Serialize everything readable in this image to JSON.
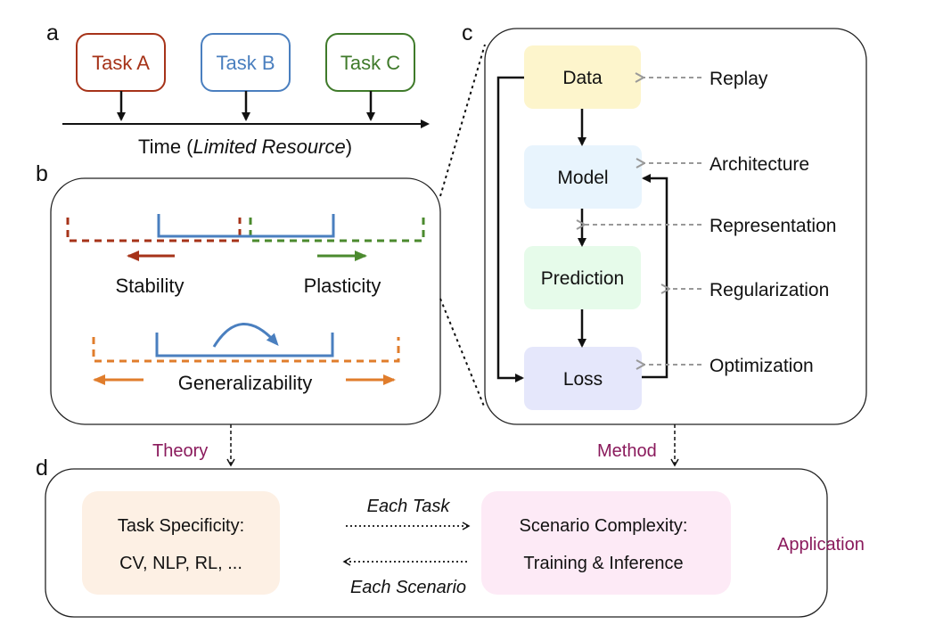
{
  "panels": {
    "a": {
      "letter": "a",
      "tasks": [
        {
          "label": "Task A",
          "color": "#a63319"
        },
        {
          "label": "Task B",
          "color": "#4a7fbf"
        },
        {
          "label": "Task C",
          "color": "#3f7a2a"
        }
      ],
      "timeline_prefix": "Time (",
      "timeline_italic": "Limited Resource",
      "timeline_suffix": ")"
    },
    "b": {
      "letter": "b",
      "stability": "Stability",
      "plasticity": "Plasticity",
      "generalizability": "Generalizability",
      "colors": {
        "stability": "#a63319",
        "plasticity": "#4b8a2e",
        "generalizability": "#e07d2c",
        "model": "#4a7fbf"
      }
    },
    "c": {
      "letter": "c",
      "nodes": [
        {
          "label": "Data",
          "fill": "#fdf5cc"
        },
        {
          "label": "Model",
          "fill": "#e8f4fd"
        },
        {
          "label": "Prediction",
          "fill": "#e6fbea"
        },
        {
          "label": "Loss",
          "fill": "#e5e7fb"
        }
      ],
      "methods": [
        "Replay",
        "Architecture",
        "Representation",
        "Regularization",
        "Optimization"
      ]
    },
    "d": {
      "letter": "d",
      "left_box": {
        "line1": "Task Specificity:",
        "line2": "CV, NLP, RL, ...",
        "fill": "#fdf0e4"
      },
      "right_box": {
        "line1": "Scenario Complexity:",
        "line2": "Training & Inference",
        "fill": "#fdeaf6"
      },
      "arrow_top": "Each Task",
      "arrow_bottom": "Each Scenario"
    }
  },
  "connectors": {
    "theory": "Theory",
    "method": "Method",
    "application": "Application",
    "accent": "#8a1a5c"
  }
}
